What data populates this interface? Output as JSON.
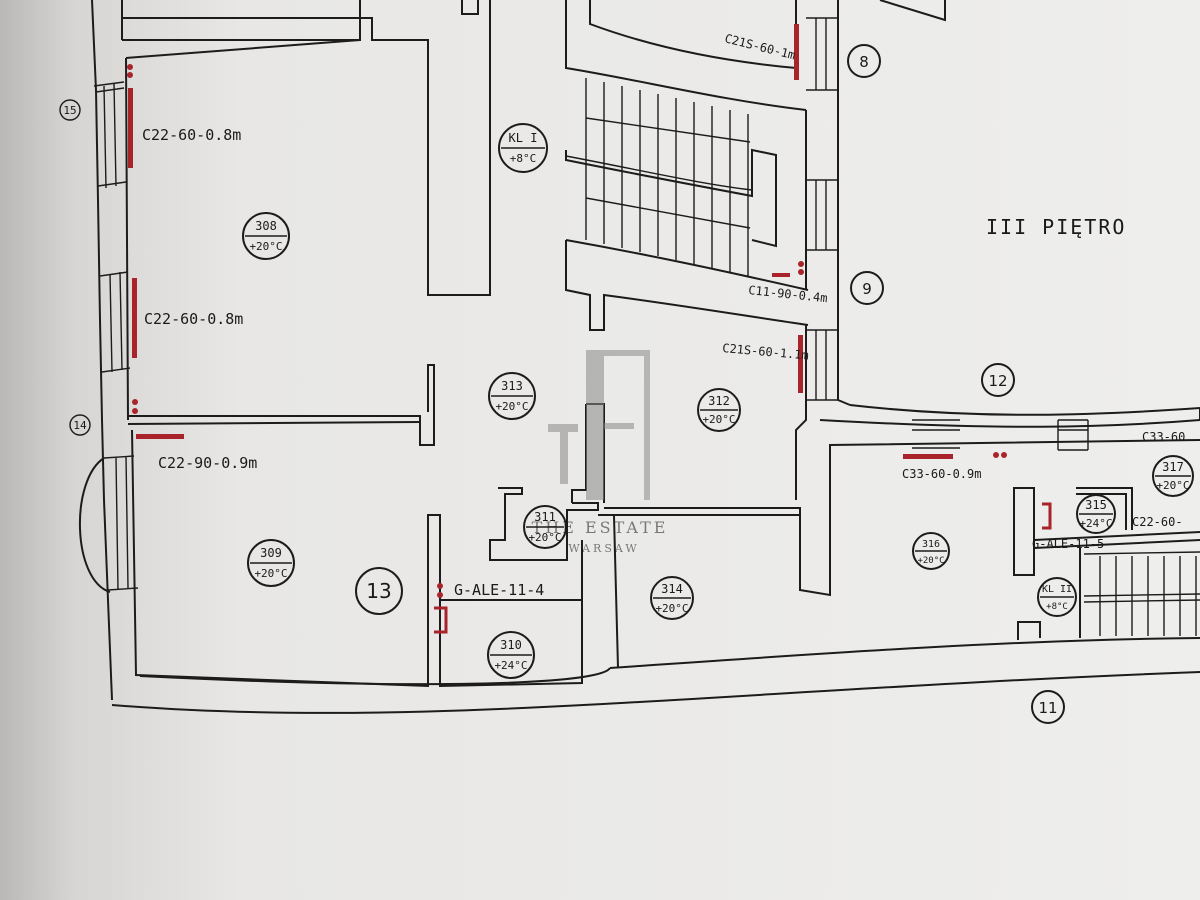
{
  "floor_label": "III PIĘTRO",
  "accent_color": "#a8242a",
  "rooms": [
    {
      "number": "308",
      "temp": "+20°C"
    },
    {
      "number": "309",
      "temp": "+20°C"
    },
    {
      "number": "310",
      "temp": "+24°C"
    },
    {
      "number": "311",
      "temp": "+20°C"
    },
    {
      "number": "312",
      "temp": "+20°C"
    },
    {
      "number": "313",
      "temp": "+20°C"
    },
    {
      "number": "314",
      "temp": "+20°C"
    },
    {
      "number": "315",
      "temp": "+24°C"
    },
    {
      "number": "316",
      "temp": "+20°C"
    },
    {
      "number": "317",
      "temp": "+20°C"
    }
  ],
  "stairwells": [
    {
      "name": "KL I",
      "temp": "+8°C"
    },
    {
      "name": "KL II",
      "temp": "+8°C"
    }
  ],
  "zones": [
    "8",
    "9",
    "11",
    "12",
    "13",
    "14",
    "15"
  ],
  "equipment_labels": [
    "C22-60-0.8m",
    "C22-60-0.8m",
    "C22-90-0.9m",
    "C21S-60-1m",
    "C11-90-0.4m",
    "C21S-60-1.1m",
    "C33-60-0.9m",
    "C33-60",
    "C22-60-",
    "G-ALE-11-4",
    "G-ALE-11-5"
  ],
  "watermark": {
    "brand": "THE ESTATE",
    "city": "WARSAW"
  }
}
